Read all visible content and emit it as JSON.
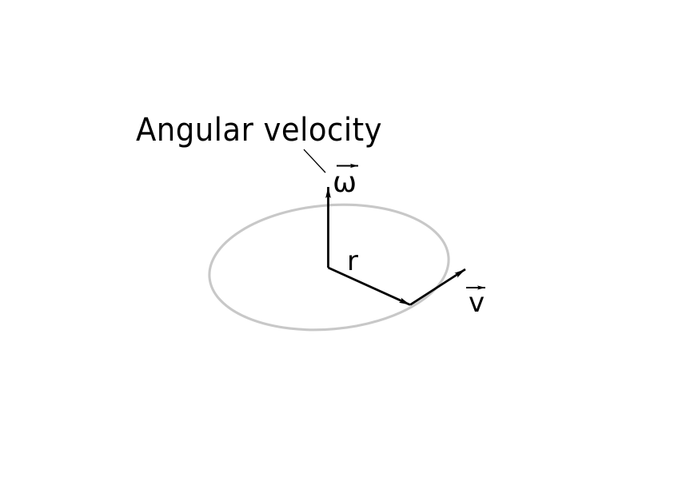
{
  "figure": {
    "title": "Angular velocity",
    "labels": {
      "omega": "ω",
      "radius": "r",
      "velocity": "v"
    },
    "colors": {
      "ink": "#000000",
      "orbit_gray": "#c8c8c8",
      "background": "#ffffff"
    }
  }
}
